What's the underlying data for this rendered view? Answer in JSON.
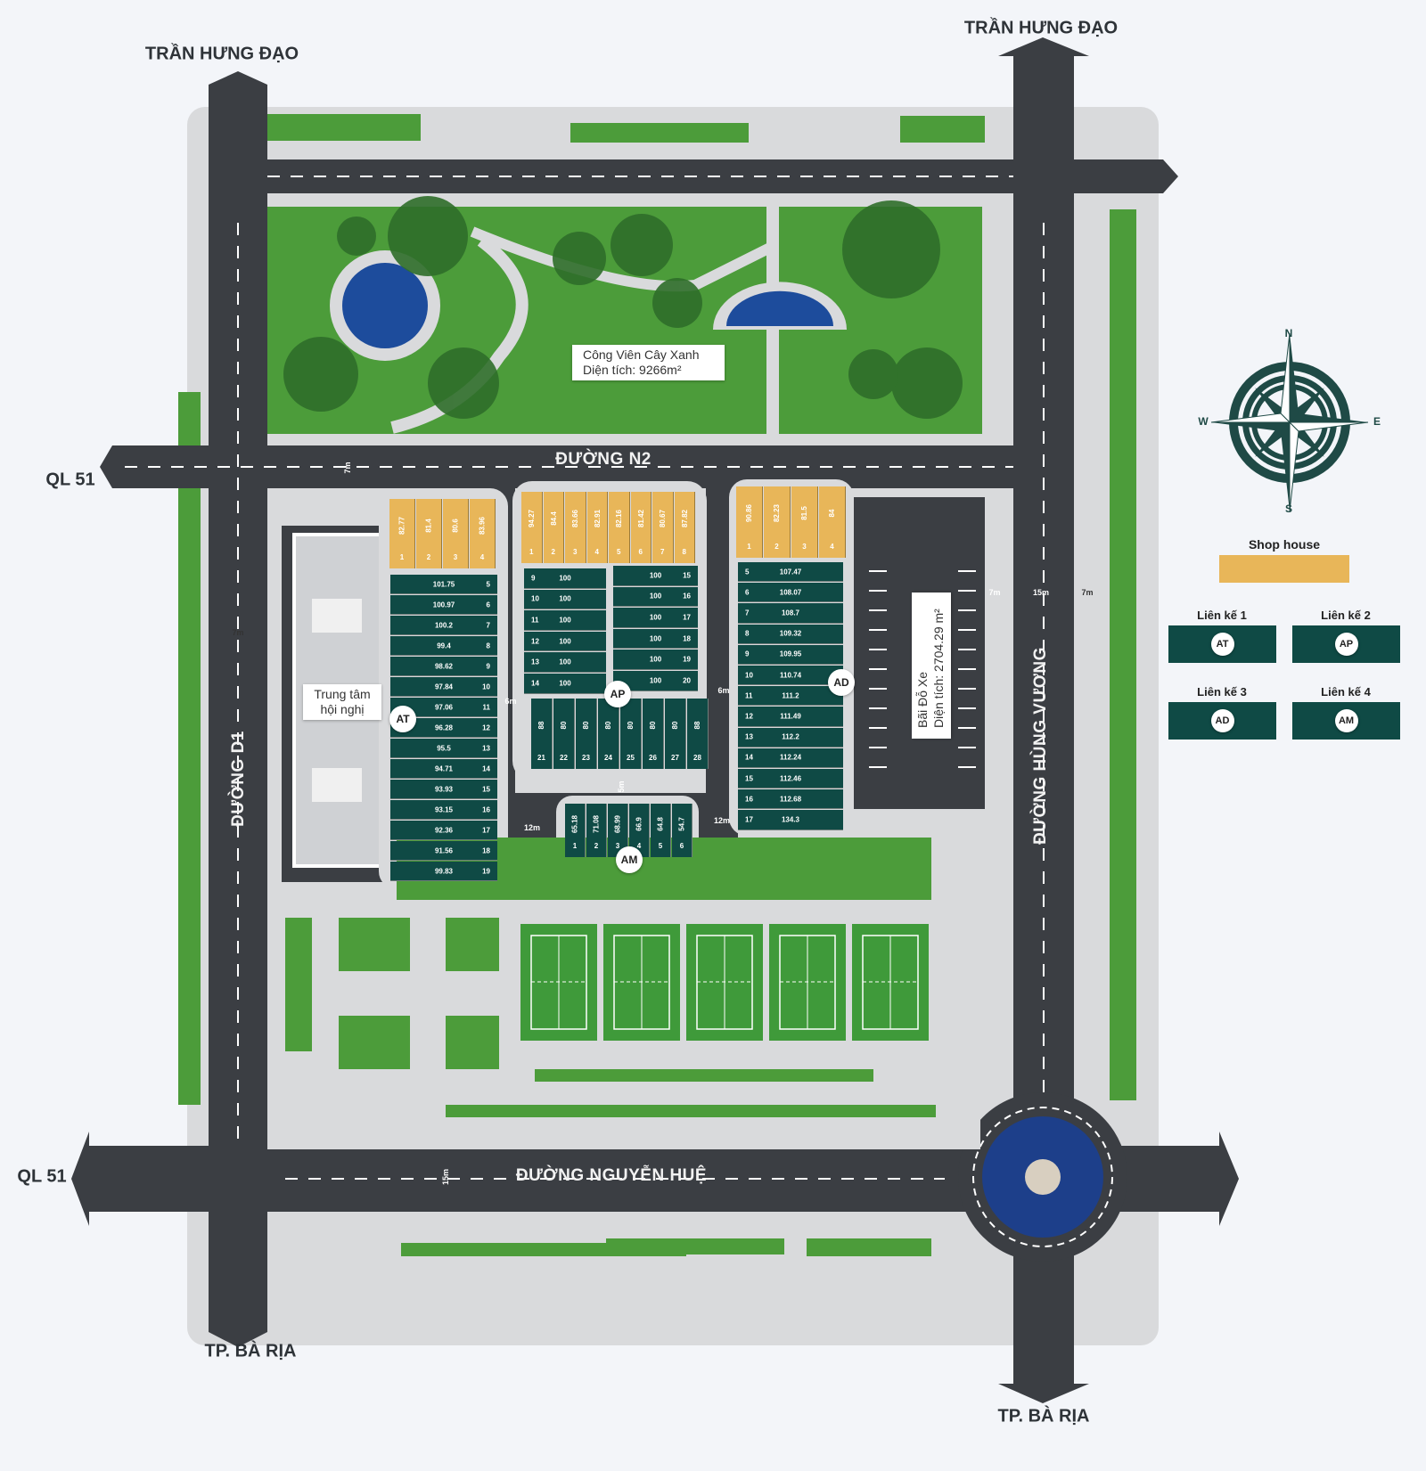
{
  "roads": {
    "tran_hung_dao_left": "TRẦN HƯNG ĐẠO",
    "tran_hung_dao_right": "TRẦN HƯNG ĐẠO",
    "ql51_top": "QL 51",
    "ql51_bottom": "QL 51",
    "tp_ba_ria_left": "TP. BÀ RỊA",
    "tp_ba_ria_right": "TP. BÀ RỊA",
    "n2": "ĐƯỜNG N2",
    "nguyen_hue": "ĐƯỜNG NGUYỄN HUỆ",
    "d1": "ĐƯỜNG D1",
    "hung_vuong": "ĐƯỜNG HÙNG VƯƠNG"
  },
  "width_markers": {
    "m7": "7m",
    "m15": "15m",
    "m6": "6m",
    "m12": "12m",
    "m5": "5m"
  },
  "park": {
    "name": "Công Viên Cây Xanh",
    "area": "Diện tích: 9266m²"
  },
  "convention": {
    "line1": "Trung tâm",
    "line2": "hội nghị"
  },
  "parking": {
    "name": "Bãi Đỗ Xe",
    "area": "Diện tích: 2704.29 m²"
  },
  "blocks": {
    "AT": {
      "code": "AT",
      "shop": [
        {
          "no": "1",
          "area": "82.77"
        },
        {
          "no": "2",
          "area": "81.4"
        },
        {
          "no": "3",
          "area": "80.6"
        },
        {
          "no": "4",
          "area": "83.96"
        }
      ],
      "lots": [
        {
          "no": "5",
          "area": "101.75"
        },
        {
          "no": "6",
          "area": "100.97"
        },
        {
          "no": "7",
          "area": "100.2"
        },
        {
          "no": "8",
          "area": "99.4"
        },
        {
          "no": "9",
          "area": "98.62"
        },
        {
          "no": "10",
          "area": "97.84"
        },
        {
          "no": "11",
          "area": "97.06"
        },
        {
          "no": "12",
          "area": "96.28"
        },
        {
          "no": "13",
          "area": "95.5"
        },
        {
          "no": "14",
          "area": "94.71"
        },
        {
          "no": "15",
          "area": "93.93"
        },
        {
          "no": "16",
          "area": "93.15"
        },
        {
          "no": "17",
          "area": "92.36"
        },
        {
          "no": "18",
          "area": "91.56"
        },
        {
          "no": "19",
          "area": "99.83"
        }
      ]
    },
    "AP": {
      "code": "AP",
      "shop": [
        {
          "no": "1",
          "area": "94.27"
        },
        {
          "no": "2",
          "area": "84.4"
        },
        {
          "no": "3",
          "area": "83.66"
        },
        {
          "no": "4",
          "area": "82.91"
        },
        {
          "no": "5",
          "area": "82.16"
        },
        {
          "no": "6",
          "area": "81.42"
        },
        {
          "no": "7",
          "area": "80.67"
        },
        {
          "no": "8",
          "area": "87.82"
        }
      ],
      "lots_left": [
        {
          "no": "9",
          "area": "100"
        },
        {
          "no": "10",
          "area": "100"
        },
        {
          "no": "11",
          "area": "100"
        },
        {
          "no": "12",
          "area": "100"
        },
        {
          "no": "13",
          "area": "100"
        },
        {
          "no": "14",
          "area": "100"
        }
      ],
      "lots_right": [
        {
          "no": "15",
          "area": "100"
        },
        {
          "no": "16",
          "area": "100"
        },
        {
          "no": "17",
          "area": "100"
        },
        {
          "no": "18",
          "area": "100"
        },
        {
          "no": "19",
          "area": "100"
        },
        {
          "no": "20",
          "area": "100"
        }
      ],
      "lots_bottom": [
        {
          "no": "21",
          "area": "88"
        },
        {
          "no": "22",
          "area": "80"
        },
        {
          "no": "23",
          "area": "80"
        },
        {
          "no": "24",
          "area": "80"
        },
        {
          "no": "25",
          "area": "80"
        },
        {
          "no": "26",
          "area": "80"
        },
        {
          "no": "27",
          "area": "80"
        },
        {
          "no": "28",
          "area": "88"
        }
      ]
    },
    "AD": {
      "code": "AD",
      "shop": [
        {
          "no": "1",
          "area": "90.86"
        },
        {
          "no": "2",
          "area": "82.23"
        },
        {
          "no": "3",
          "area": "81.5"
        },
        {
          "no": "4",
          "area": "84"
        }
      ],
      "lots": [
        {
          "no": "5",
          "area": "107.47"
        },
        {
          "no": "6",
          "area": "108.07"
        },
        {
          "no": "7",
          "area": "108.7"
        },
        {
          "no": "8",
          "area": "109.32"
        },
        {
          "no": "9",
          "area": "109.95"
        },
        {
          "no": "10",
          "area": "110.74"
        },
        {
          "no": "11",
          "area": "111.2"
        },
        {
          "no": "12",
          "area": "111.49"
        },
        {
          "no": "13",
          "area": "112.2"
        },
        {
          "no": "14",
          "area": "112.24"
        },
        {
          "no": "15",
          "area": "112.46"
        },
        {
          "no": "16",
          "area": "112.68"
        },
        {
          "no": "17",
          "area": "134.3"
        }
      ]
    },
    "AM": {
      "code": "AM",
      "lots": [
        {
          "no": "1",
          "area": "65.18"
        },
        {
          "no": "2",
          "area": "71.08"
        },
        {
          "no": "3",
          "area": "68.99"
        },
        {
          "no": "4",
          "area": "66.9"
        },
        {
          "no": "5",
          "area": "64.8"
        },
        {
          "no": "6",
          "area": "54.7"
        }
      ]
    }
  },
  "compass": {
    "n": "N",
    "s": "S",
    "e": "E",
    "w": "W",
    "icon": "compass-rose-icon"
  },
  "legend": {
    "shop_house": "Shop house",
    "items": [
      {
        "label": "Liên kế 1",
        "code": "AT"
      },
      {
        "label": "Liên kế 2",
        "code": "AP"
      },
      {
        "label": "Liên kế 3",
        "code": "AD"
      },
      {
        "label": "Liên kế 4",
        "code": "AM"
      }
    ]
  },
  "colors": {
    "shop_house": "#e8b659",
    "lien_ke": "#0f4a45",
    "road": "#3b3e43",
    "grass": "#4c9c3a",
    "sidewalk": "#d9dadc",
    "background": "#f3f5f9"
  }
}
